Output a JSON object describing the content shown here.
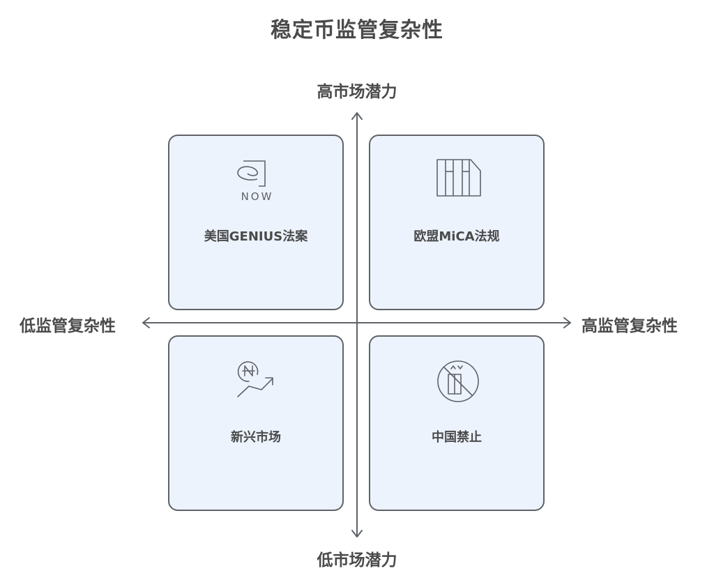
{
  "title": "稳定币监管复杂性",
  "axes": {
    "y_top": "高市场潜力",
    "y_bottom": "低市场潜力",
    "x_left": "低监管复杂性",
    "x_right": "高监管复杂性"
  },
  "quadrants": {
    "top_left": {
      "label": "美国GENIUS法案",
      "icon": "now-logo-icon",
      "icon_text": "NOW"
    },
    "top_right": {
      "label": "欧盟MiCA法规",
      "icon": "document-columns-icon"
    },
    "bottom_left": {
      "label": "新兴市场",
      "icon": "naira-growth-icon"
    },
    "bottom_right": {
      "label": "中国禁止",
      "icon": "prohibited-icon"
    }
  },
  "colors": {
    "card_fill": "#edf3fd",
    "card_border": "#5f6368",
    "text": "#4a4a4a",
    "axis": "#5f6368"
  }
}
